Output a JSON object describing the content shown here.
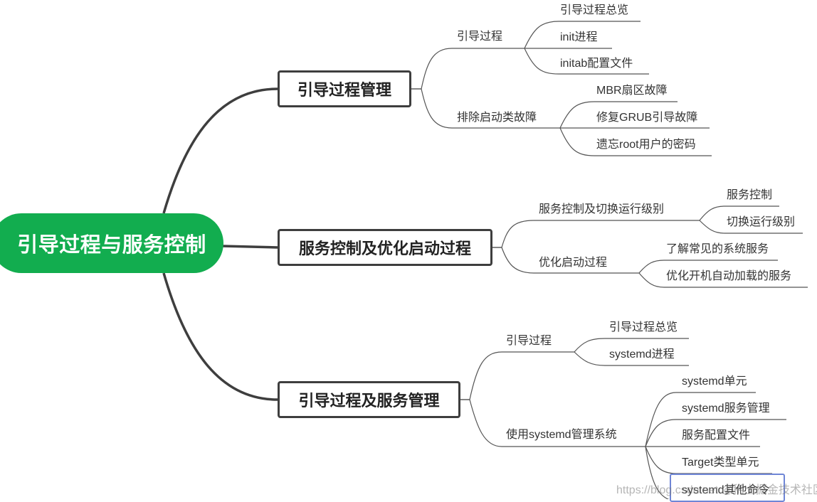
{
  "root": "引导过程与服务控制",
  "branches": [
    {
      "title": "引导过程管理",
      "groups": [
        {
          "label": "引导过程",
          "items": [
            "引导过程总览",
            "init进程",
            "initab配置文件"
          ]
        },
        {
          "label": "排除启动类故障",
          "items": [
            "MBR扇区故障",
            "修复GRUB引导故障",
            "遗忘root用户的密码"
          ]
        }
      ]
    },
    {
      "title": "服务控制及优化启动过程",
      "groups": [
        {
          "label": "服务控制及切换运行级别",
          "items": [
            "服务控制",
            "切换运行级别"
          ]
        },
        {
          "label": "优化启动过程",
          "items": [
            "了解常见的系统服务",
            "优化开机自动加载的服务"
          ]
        }
      ]
    },
    {
      "title": "引导过程及服务管理",
      "groups": [
        {
          "label": "引导过程",
          "items": [
            "引导过程总览",
            "systemd进程"
          ]
        },
        {
          "label": "使用systemd管理系统",
          "items": [
            "systemd单元",
            "systemd服务管理",
            "服务配置文件",
            "Target类型单元",
            "systemd其他命令"
          ]
        }
      ]
    }
  ],
  "watermark": "https://blog.csdn.net @稀土掘金技术社区",
  "colors": {
    "root_fill": "#12ad4f",
    "line": "#3e3e3e",
    "selection": "#6f86d6"
  }
}
